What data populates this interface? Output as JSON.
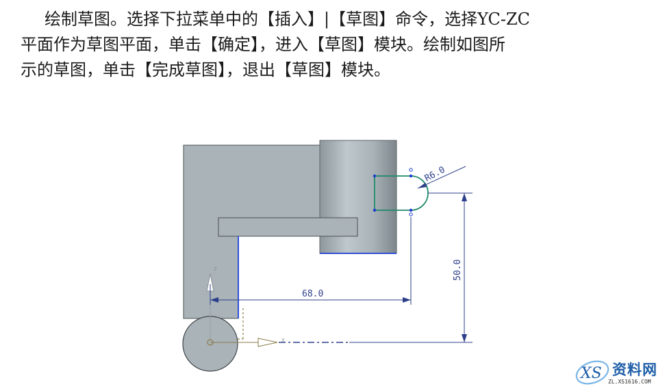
{
  "paragraph": {
    "line1": "绘制草图。选择下拉菜单中的【插入】|【草图】命令，选择YC-ZC",
    "line2": "平面作为草图平面，单击【确定】，进入【草图】模块。绘制如图所",
    "line3": "示的草图，单击【完成草图】，退出【草图】模块。"
  },
  "figure": {
    "dimension_radius": "R6.0",
    "dimension_width": "68.0",
    "dimension_height": "50.0"
  },
  "watermark": {
    "brand": "资料网",
    "url": "ZL.XS1616.COM"
  }
}
